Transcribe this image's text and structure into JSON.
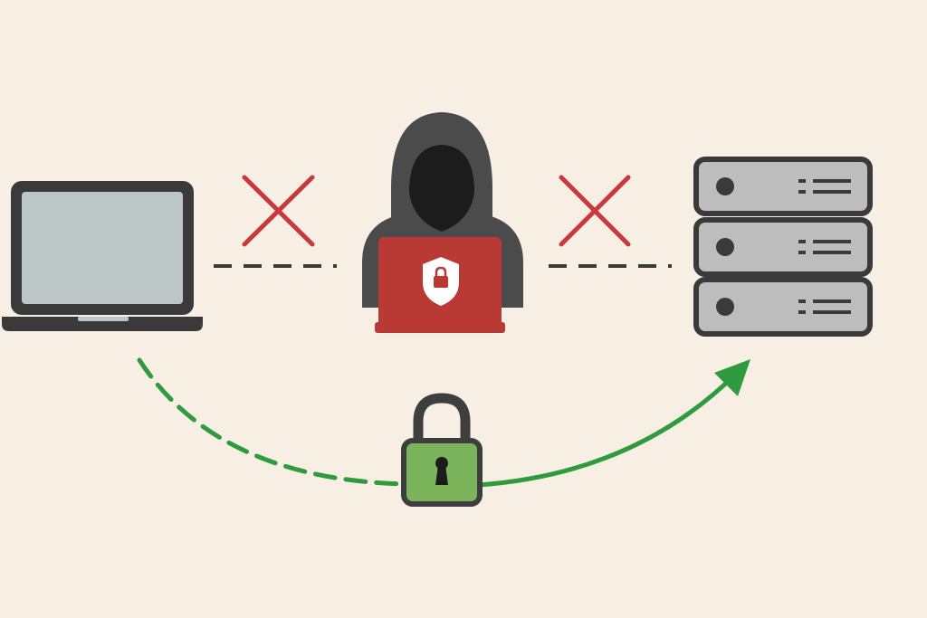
{
  "colors": {
    "background": "#f8efe4",
    "dark": "#3a3a3a",
    "hood": "#4b4b4b",
    "face": "#1c1c1c",
    "screen": "#bcc6c7",
    "blocked": "#c8383c",
    "attacker_laptop": "#b93a35",
    "shield_fill": "#ffffff",
    "server_fill": "#bdbdbd",
    "secure_path": "#2f9a3e",
    "lock_fill": "#7bb45a",
    "lock_shackle": "#3e3e3e"
  },
  "icons": {
    "client": "laptop-icon",
    "attacker": "hooded-hacker-icon",
    "attacker_badge": "shield-lock-icon",
    "server": "server-rack-icon",
    "blocked_marker": "red-x-icon",
    "secure_lock": "padlock-icon"
  },
  "connections": {
    "client_to_attacker": {
      "style": "dashed",
      "status": "blocked"
    },
    "attacker_to_server": {
      "style": "dashed",
      "status": "blocked"
    },
    "client_to_server": {
      "style": "dashed-then-solid",
      "status": "encrypted",
      "arrow": "points-to-server"
    }
  },
  "server_units": 3
}
